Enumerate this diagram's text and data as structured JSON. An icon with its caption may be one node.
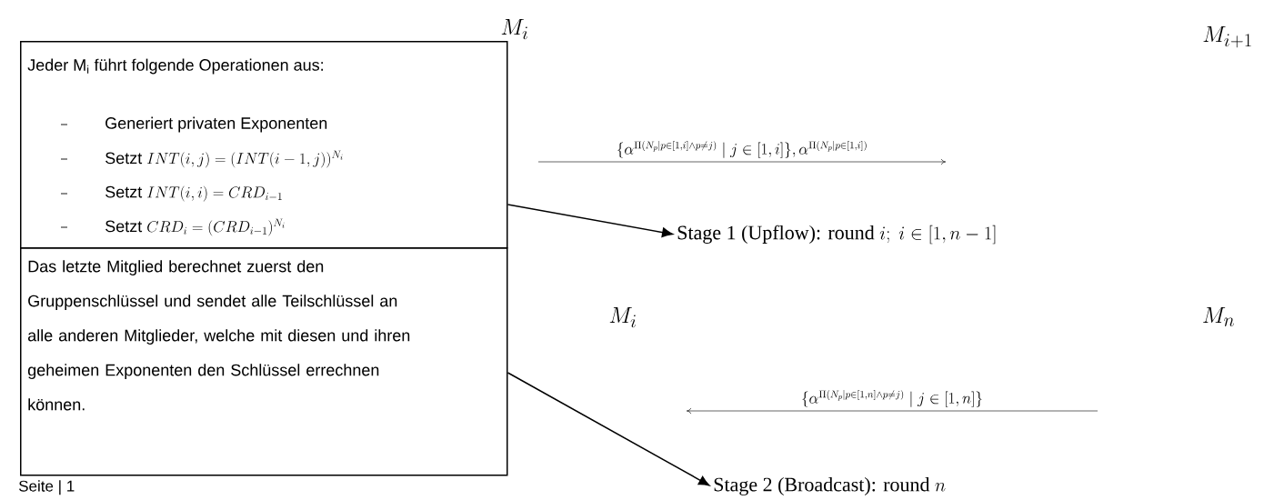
{
  "diagram": {
    "nodes": [
      {
        "text": [
          "Jeder M$_{i}$ führt folgende Operationen aus:",
          "Generiert privaten Exponenten",
          "\\text{Setzt }INT(i,j) = (INT(i-1,j))^{N_i}",
          "\\text{Setzt }INT(i,i) = CRD_{i-1}",
          "\\text{Setzt }CRD_i = (CRD_{i-1})^{N_i}"
        ]
      },
      {
        "text": [
          "Das letzte Mitglied berechnet zuerst den Gruppenschlüssel und sendet alle Teilschlüssel an alle anderen Mitglieder, welche mit diesen und ihren geheimen Exponenten den Schlüssel errechnen können."
        ]
      },
      {
        "text": [
          "M_i"
        ]
      },
      {
        "text": [
          "M_{i+1}"
        ]
      },
      {
        "text": [
          "\\text{Stage 1 (Upflow): round } i;\\ i \\in [1, n-1]"
        ]
      },
      {
        "text": [
          "M_i"
        ]
      },
      {
        "text": [
          "M_n"
        ]
      },
      {
        "text": [
          "\\text{Stage 2 (Broadcast): round } n"
        ]
      }
    ],
    "edges": [
      {
        "from": 0,
        "to": 4,
        "arrow": "to"
      },
      {
        "from": 1,
        "to": 7,
        "arrow": "to"
      }
    ],
    "labels": [
      "\\{\\alpha^{\\Pi(N_p | p\\in[1,i]\\wedge p\\neq j)} \\mid j\\in[1,i]\\}, \\alpha^{\\Pi(N_p|p\\in[1,i])}",
      "\\{\\alpha^{\\Pi(N_p | p\\in[1,n]\\wedge p\\neq j)} \\mid j\\in[1,n]\\}",
      "Seite | 1"
    ]
  }
}
